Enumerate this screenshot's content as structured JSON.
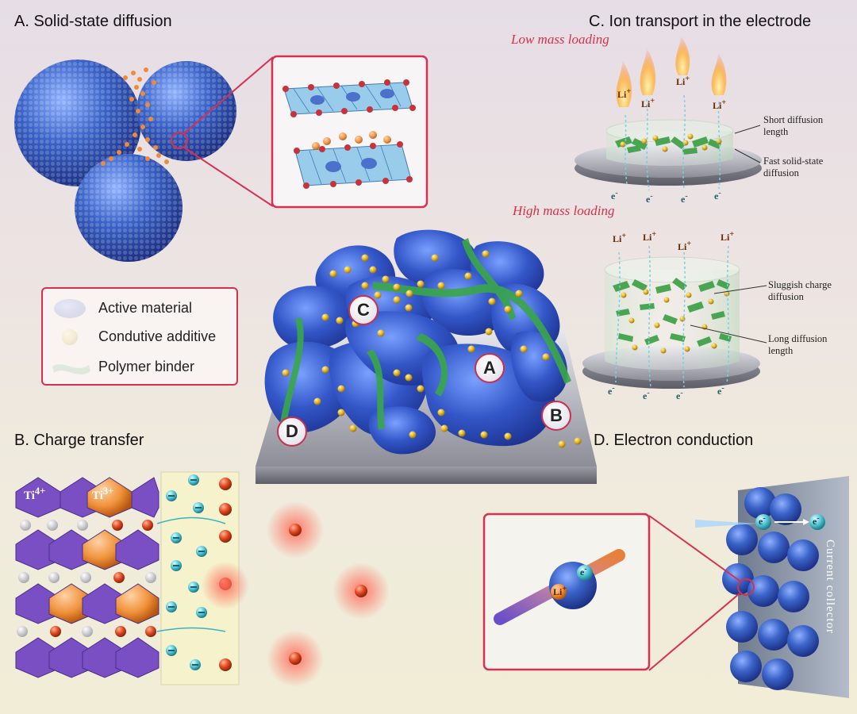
{
  "panels": {
    "a": {
      "title": "A. Solid-state diffusion"
    },
    "b": {
      "title": "B. Charge transfer",
      "ti4": "Ti",
      "ti4_sup": "4+",
      "ti3": "Ti",
      "ti3_sup": "3+"
    },
    "c": {
      "title": "C. Ion transport in the electrode",
      "low": {
        "label": "Low mass loading",
        "note1": [
          "Short diffusion",
          "length"
        ],
        "note2": [
          "Fast solid-state",
          "diffusion"
        ]
      },
      "high": {
        "label": "High mass loading",
        "note1": [
          "Sluggish charge",
          "diffusion"
        ],
        "note2": [
          "Long diffusion",
          "length"
        ]
      }
    },
    "d": {
      "title": "D. Electron conduction",
      "collector": "Current collector"
    }
  },
  "legend": {
    "items": [
      {
        "label": "Active material"
      },
      {
        "label": "Condutive additive"
      },
      {
        "label": "Polymer binder"
      }
    ]
  },
  "markers": {
    "a": "A",
    "b": "B",
    "c": "C",
    "d": "D"
  },
  "ions": {
    "li": "Li",
    "li_sup": "+",
    "e": "e",
    "e_sup": "-"
  },
  "colors": {
    "accent_red": "#d9304a",
    "active_blue": "#3a63c8",
    "additive_gold": "#e0b020",
    "binder_green": "#3aa64a",
    "ti_purple": "#7b4fc4",
    "ti_orange": "#f0923a"
  }
}
